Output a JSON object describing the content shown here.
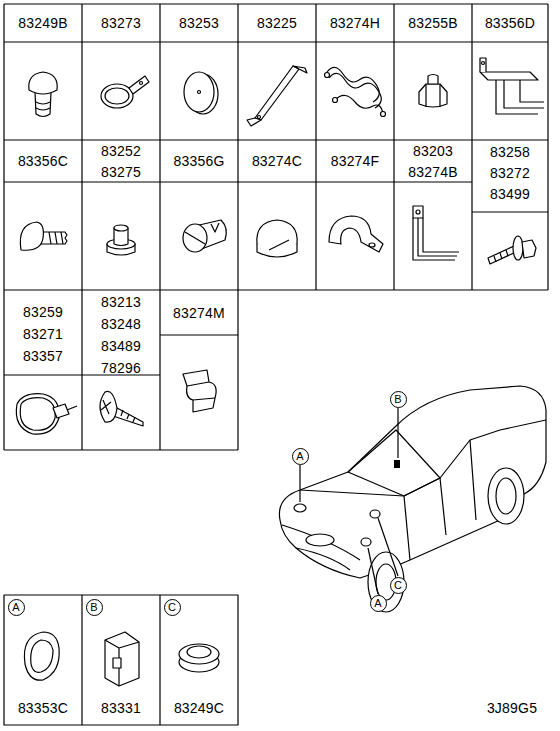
{
  "diagram": {
    "nodes": [
      {
        "text": [
          "B"
        ]
      },
      {
        "text": [
          "A"
        ]
      },
      {
        "text": [
          "C"
        ]
      },
      {
        "text": [
          "A"
        ]
      },
      {
        "text": [
          "A"
        ]
      },
      {
        "text": [
          "B"
        ]
      },
      {
        "text": [
          "C"
        ]
      }
    ],
    "labels": [
      "83249B",
      "83273",
      "83253",
      "83225",
      "83274H",
      "83255B",
      "83356D",
      "83356C",
      "83252",
      "83275",
      "83356G",
      "83274C",
      "83274F",
      "83203",
      "83274B",
      "83258",
      "83272",
      "83499",
      "83259",
      "83271",
      "83357",
      "83213",
      "83248",
      "83489",
      "78296",
      "83274M",
      "83353C",
      "83331",
      "83249C",
      "3J89G5"
    ]
  }
}
